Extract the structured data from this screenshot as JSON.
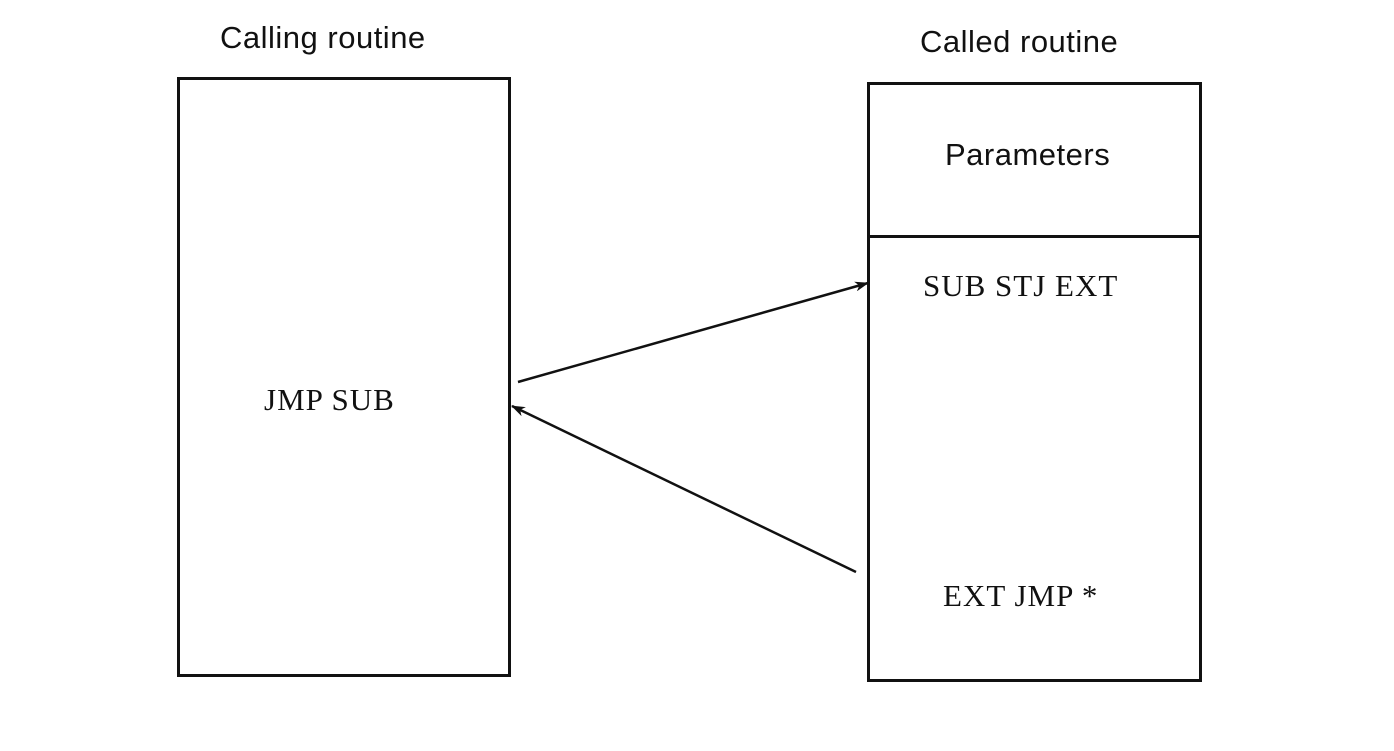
{
  "calling": {
    "title": "Calling routine",
    "instruction": "JMP SUB"
  },
  "called": {
    "title": "Called routine",
    "parameters_label": "Parameters",
    "entry_instruction": "SUB STJ EXT",
    "exit_instruction": "EXT JMP *"
  },
  "colors": {
    "line": "#111111",
    "background": "#ffffff"
  }
}
